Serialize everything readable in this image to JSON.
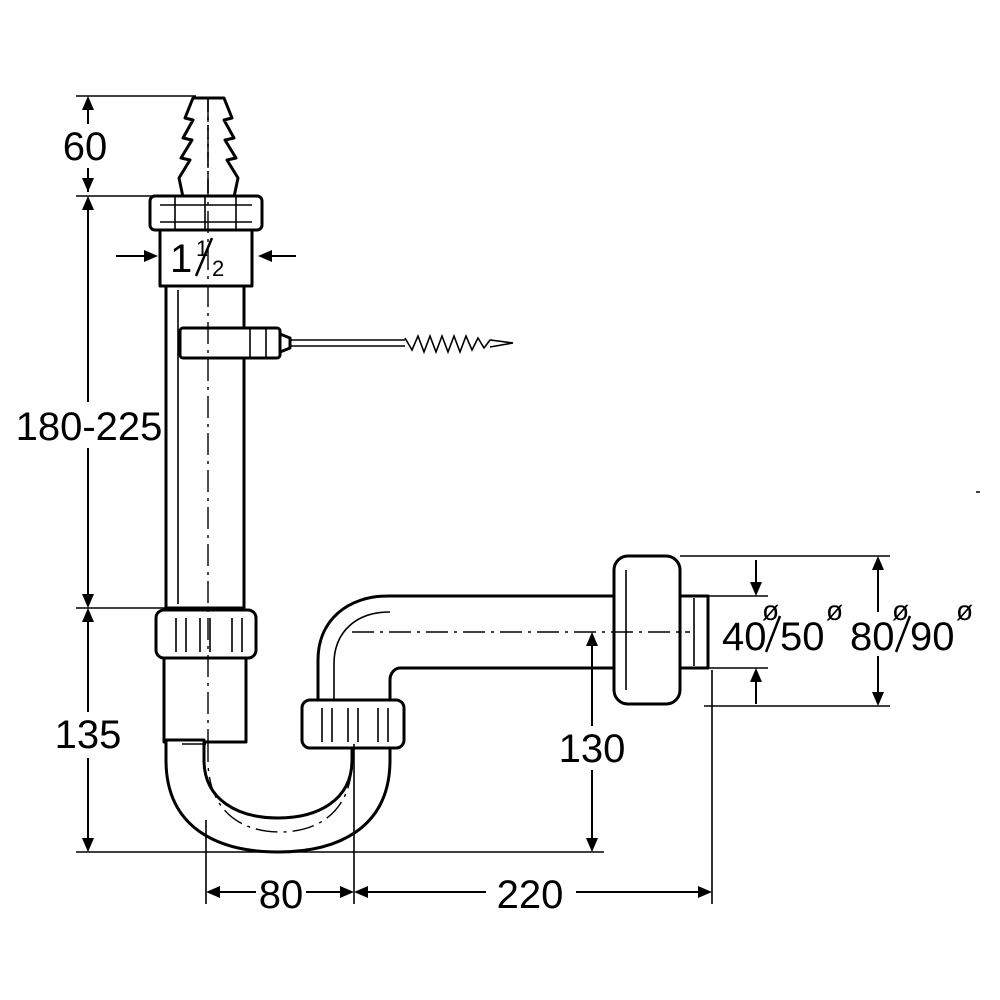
{
  "drawing": {
    "dimensions": {
      "tailpiece_height": "60",
      "pipe_height_range": "180-225",
      "trap_depth": "135",
      "inlet_thread": "1",
      "inlet_thread_fraction_num": "1",
      "inlet_thread_fraction_den": "2",
      "trap_width": "80",
      "outlet_length": "220",
      "outlet_height": "130",
      "outlet_diameter_1": "40",
      "outlet_diameter_2": "50",
      "rosette_diameter_1": "80",
      "rosette_diameter_2": "90",
      "diameter_symbol": "ø"
    }
  }
}
